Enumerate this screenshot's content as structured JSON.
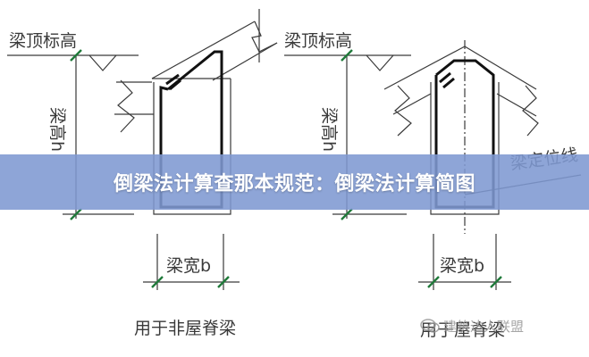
{
  "left_diagram": {
    "top_label": "梁顶标高",
    "height_label": "梁高h",
    "width_label": "梁宽b",
    "caption": "用于非屋脊梁"
  },
  "right_diagram": {
    "top_label": "梁顶标高",
    "height_label": "梁高h",
    "side_label": "梁定位线",
    "width_label": "梁宽b",
    "caption": "用于屋脊梁"
  },
  "banner": {
    "title": "倒梁法计算查那本规范：倒梁法计算简图"
  },
  "watermark": {
    "text": "建筑达人联盟"
  },
  "colors": {
    "line": "#3a3a3a",
    "dim_tick": "#1f7a3a",
    "rebar": "#111111",
    "banner": "#7e98d2"
  }
}
